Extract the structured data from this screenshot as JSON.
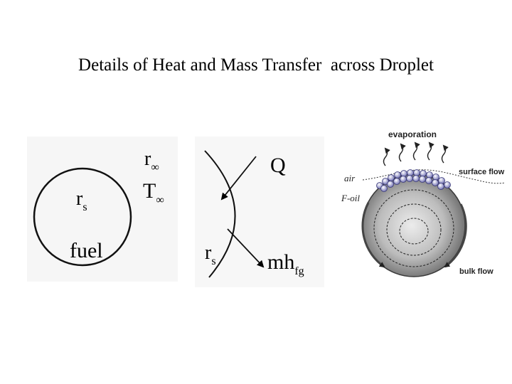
{
  "slide": {
    "title": "Details of Heat and Mass Transfer  across Droplet"
  },
  "left_diagram": {
    "r_symbol": "r",
    "r_s_subscript": "s",
    "r_inf_subscript": "∞",
    "T_symbol": "T",
    "T_inf_subscript": "∞",
    "fuel_label": "fuel"
  },
  "middle_diagram": {
    "Q_label": "Q",
    "r_symbol": "r",
    "r_s_subscript": "s",
    "mh_label": "mh",
    "fg_subscript": "fg"
  },
  "right_diagram": {
    "evaporation_label": "evaporation",
    "air_label": "air",
    "foil_label": "F-oil",
    "surface_flow_label": "surface flow",
    "bulk_flow_label": "bulk flow"
  }
}
